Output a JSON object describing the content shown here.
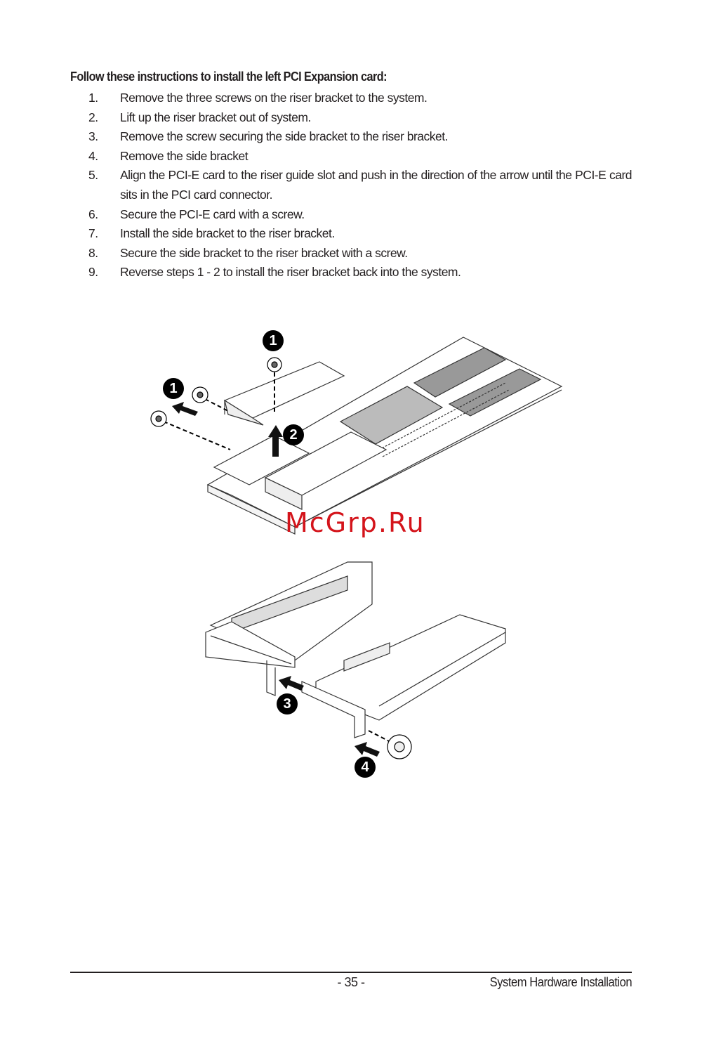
{
  "heading": "Follow these instructions to install the left PCI Expansion card:",
  "steps": [
    {
      "num": "1.",
      "text": "Remove the three screws on the riser bracket to the system."
    },
    {
      "num": "2.",
      "text": "Lift up the riser bracket out of system."
    },
    {
      "num": "3.",
      "text": "Remove the screw securing the side bracket to the riser bracket."
    },
    {
      "num": "4.",
      "text": "Remove the side bracket"
    },
    {
      "num": "5.",
      "text": "Align the PCI-E card to the riser guide slot and push in the direction of the arrow until the PCI-E card sits in the PCI card connector."
    },
    {
      "num": "6.",
      "text": "Secure the PCI-E card with a screw."
    },
    {
      "num": "7.",
      "text": "Install the side bracket to the riser bracket."
    },
    {
      "num": "8.",
      "text": "Secure the side bracket to the riser bracket with a screw."
    },
    {
      "num": "9.",
      "text": "Reverse steps 1 - 2 to install the riser bracket back into the system."
    }
  ],
  "figure_badges": [
    "1",
    "1",
    "2",
    "3",
    "4"
  ],
  "watermark": "McGrp.Ru",
  "footer": {
    "page_number": "- 35 -",
    "section": "System Hardware Installation"
  },
  "colors": {
    "text": "#231f20",
    "watermark": "#d4141b"
  }
}
